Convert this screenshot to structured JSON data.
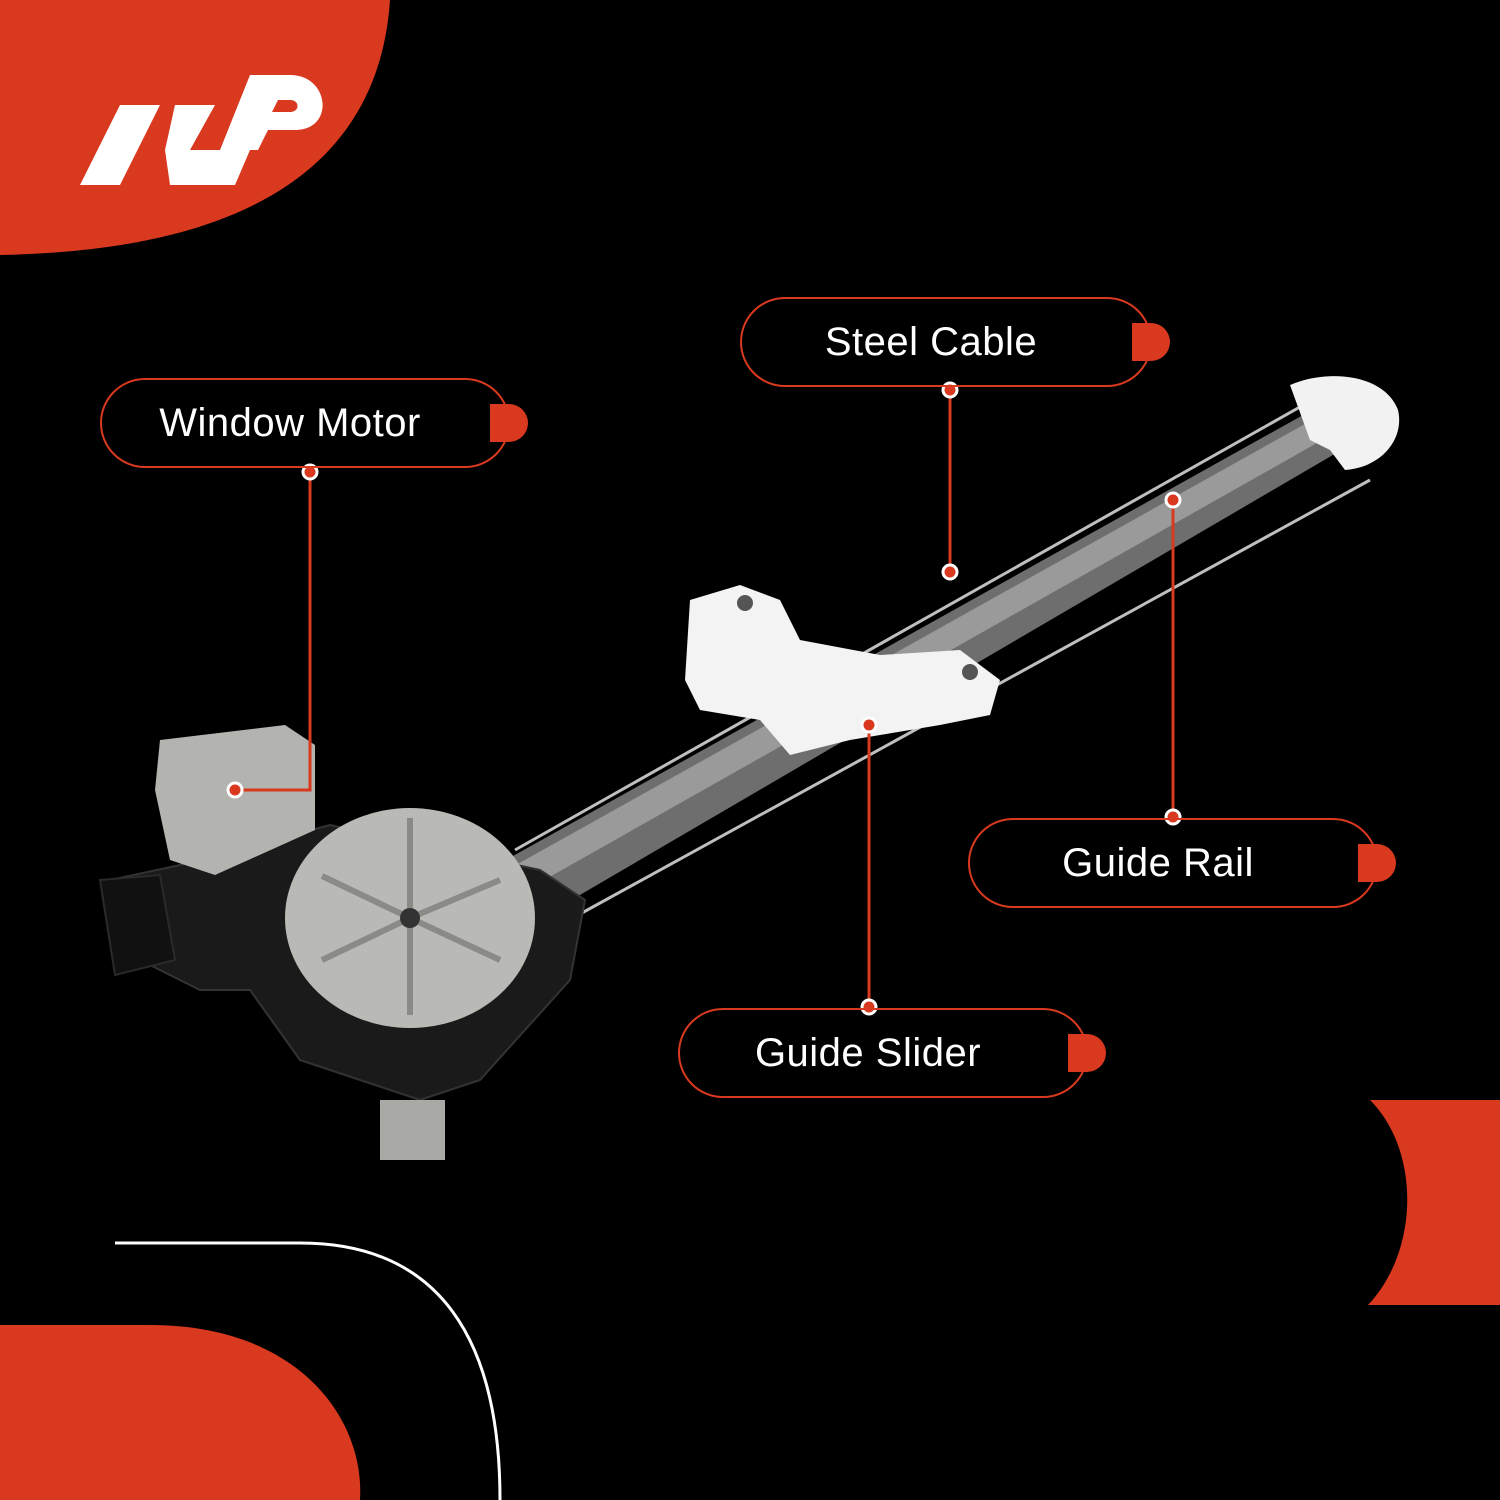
{
  "brand": {
    "logo_text": "A-P",
    "accent_color": "#d9391e",
    "background": "#000000"
  },
  "callouts": {
    "window_motor": "Window Motor",
    "steel_cable": "Steel Cable",
    "guide_rail": "Guide Rail",
    "guide_slider": "Guide Slider"
  },
  "product": {
    "icon": "window-regulator-photo"
  }
}
